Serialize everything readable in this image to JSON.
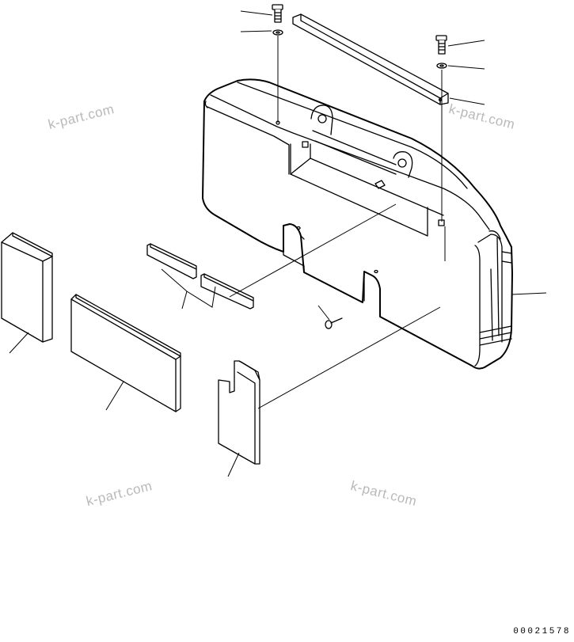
{
  "watermarks": [
    "k-part.com",
    "k-part.com",
    "k-part.com",
    "k-part.com"
  ],
  "drawing_number": "00021578",
  "colors": {
    "line": "#000000",
    "watermark": "#b9b9b9",
    "background": "#ffffff"
  }
}
